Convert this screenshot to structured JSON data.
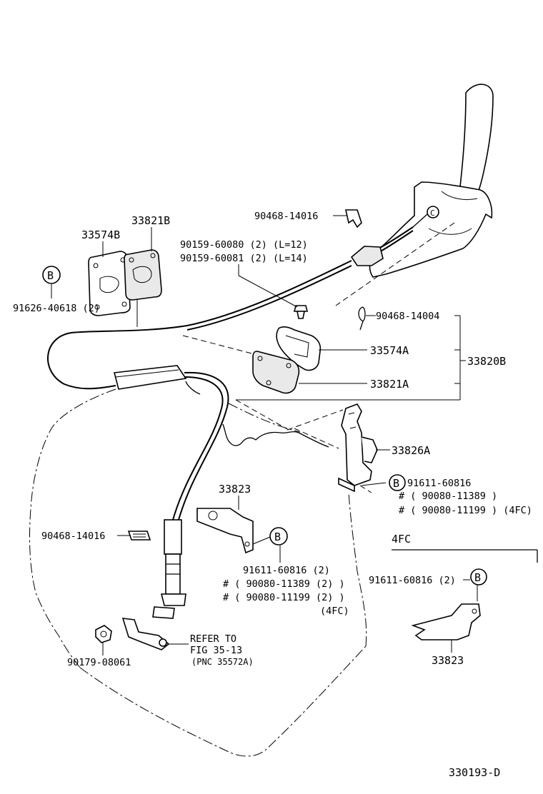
{
  "labels": {
    "p33574B": "33574B",
    "p33821B": "33821B",
    "bolt90159a": "90159-60080 (2) (L=12)",
    "bolt90159b": "90159-60081 (2) (L=14)",
    "clip90468_14016_top": "90468-14016",
    "markB": "B",
    "p91626": "91626-40618 (2)",
    "clip90468_14004": "90468-14004",
    "p33574A": "33574A",
    "p33820B": "33820B",
    "p33821A": "33821A",
    "p33826A": "33826A",
    "p91611_right": "91611-60816",
    "p90080_11389_right": "# ( 90080-11389 )",
    "p90080_11199_right": "# ( 90080-11199 ) (4FC)",
    "p33823_center": "33823",
    "clip90468_14016_left": "90468-14016",
    "p91611_center": "91611-60816 (2)",
    "p90080_11389_center": "# ( 90080-11389 (2) )",
    "p90080_11199_center": "# ( 90080-11199 (2) )",
    "fourfc_center": "(4FC)",
    "refer1": "REFER TO",
    "refer2": "FIG 35-13",
    "refer3": "(PNC 35572A)",
    "p90179": "90179-08061",
    "inset_title": "4FC",
    "p91611_inset": "91611-60816 (2)",
    "p33823_inset": "33823",
    "diagram_code": "330193-D",
    "cable_end_mark": "C"
  }
}
